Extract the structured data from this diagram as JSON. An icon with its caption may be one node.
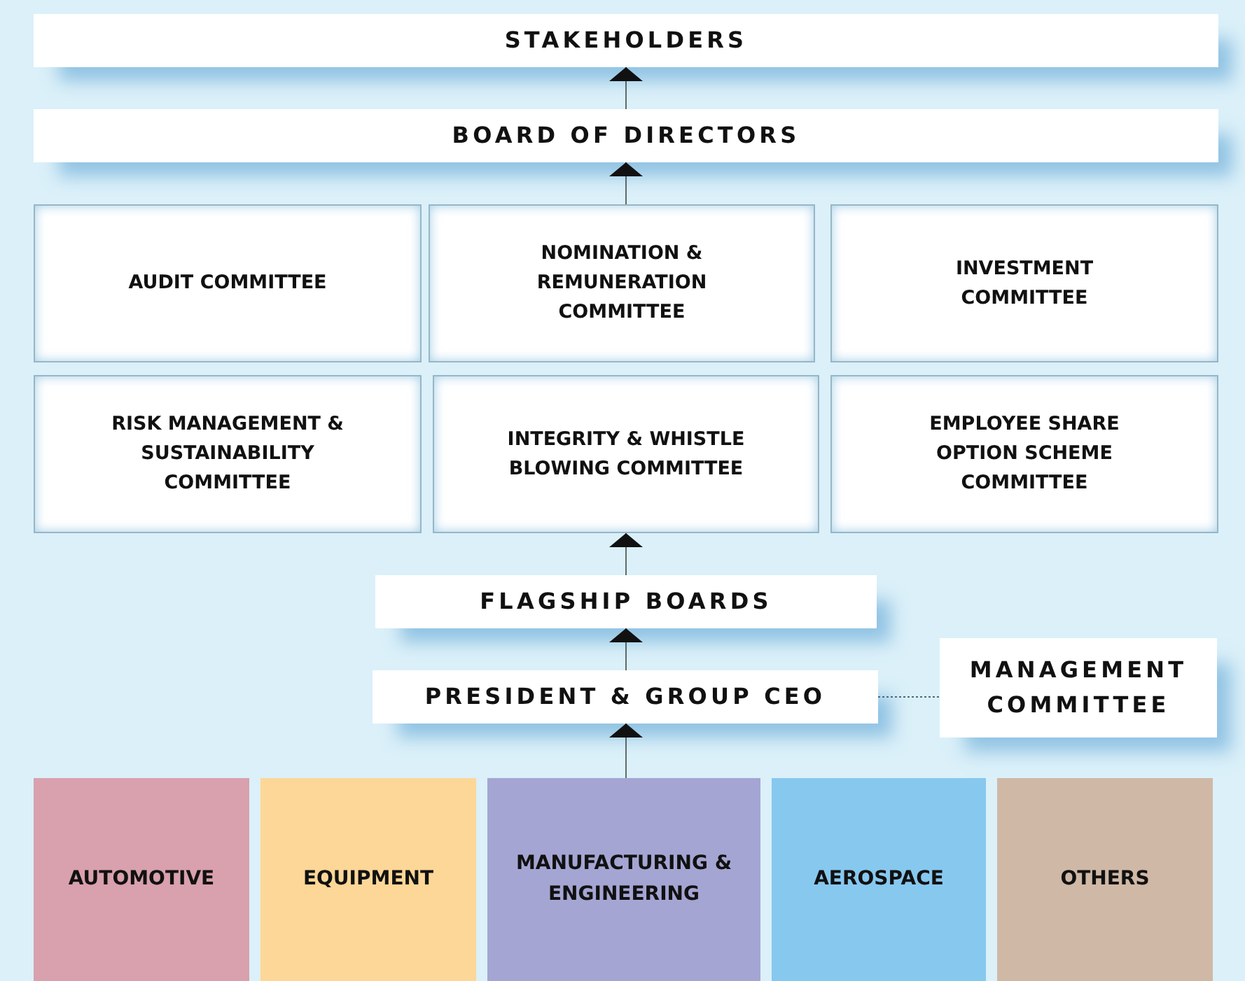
{
  "diagram": {
    "nodes": [
      {
        "text": [
          "STAKEHOLDERS"
        ]
      },
      {
        "text": [
          "BOARD OF DIRECTORS"
        ]
      },
      {
        "text": [
          "AUDIT COMMITTEE"
        ]
      },
      {
        "text": [
          "NOMINATION & REMUNERATION COMMITTEE"
        ]
      },
      {
        "text": [
          "INVESTMENT COMMITTEE"
        ]
      },
      {
        "text": [
          "RISK MANAGEMENT & SUSTAINABILITY COMMITTEE"
        ]
      },
      {
        "text": [
          "INTEGRITY & WHISTLE BLOWING COMMITTEE"
        ]
      },
      {
        "text": [
          "EMPLOYEE SHARE OPTION SCHEME COMMITTEE"
        ]
      },
      {
        "text": [
          "FLAGSHIP BOARDS"
        ]
      },
      {
        "text": [
          "PRESIDENT & GROUP CEO"
        ]
      },
      {
        "text": [
          "MANAGEMENT COMMITTEE"
        ]
      },
      {
        "text": [
          "AUTOMOTIVE"
        ]
      },
      {
        "text": [
          "EQUIPMENT"
        ]
      },
      {
        "text": [
          "MANUFACTURING & ENGINEERING"
        ]
      },
      {
        "text": [
          "AEROSPACE"
        ]
      },
      {
        "text": [
          "OTHERS"
        ]
      }
    ],
    "edges": [
      {
        "from": 1,
        "to": 0,
        "arrow": "to"
      },
      {
        "from": 3,
        "to": 1,
        "arrow": "to"
      },
      {
        "from": 8,
        "to": 6,
        "arrow": "to"
      },
      {
        "from": 9,
        "to": 8,
        "arrow": "to"
      },
      {
        "from": 13,
        "to": 9,
        "arrow": "to"
      },
      {
        "from": 9,
        "to": 10,
        "arrow": "none",
        "style": "dashed",
        "color": "#4a6a80"
      }
    ]
  }
}
